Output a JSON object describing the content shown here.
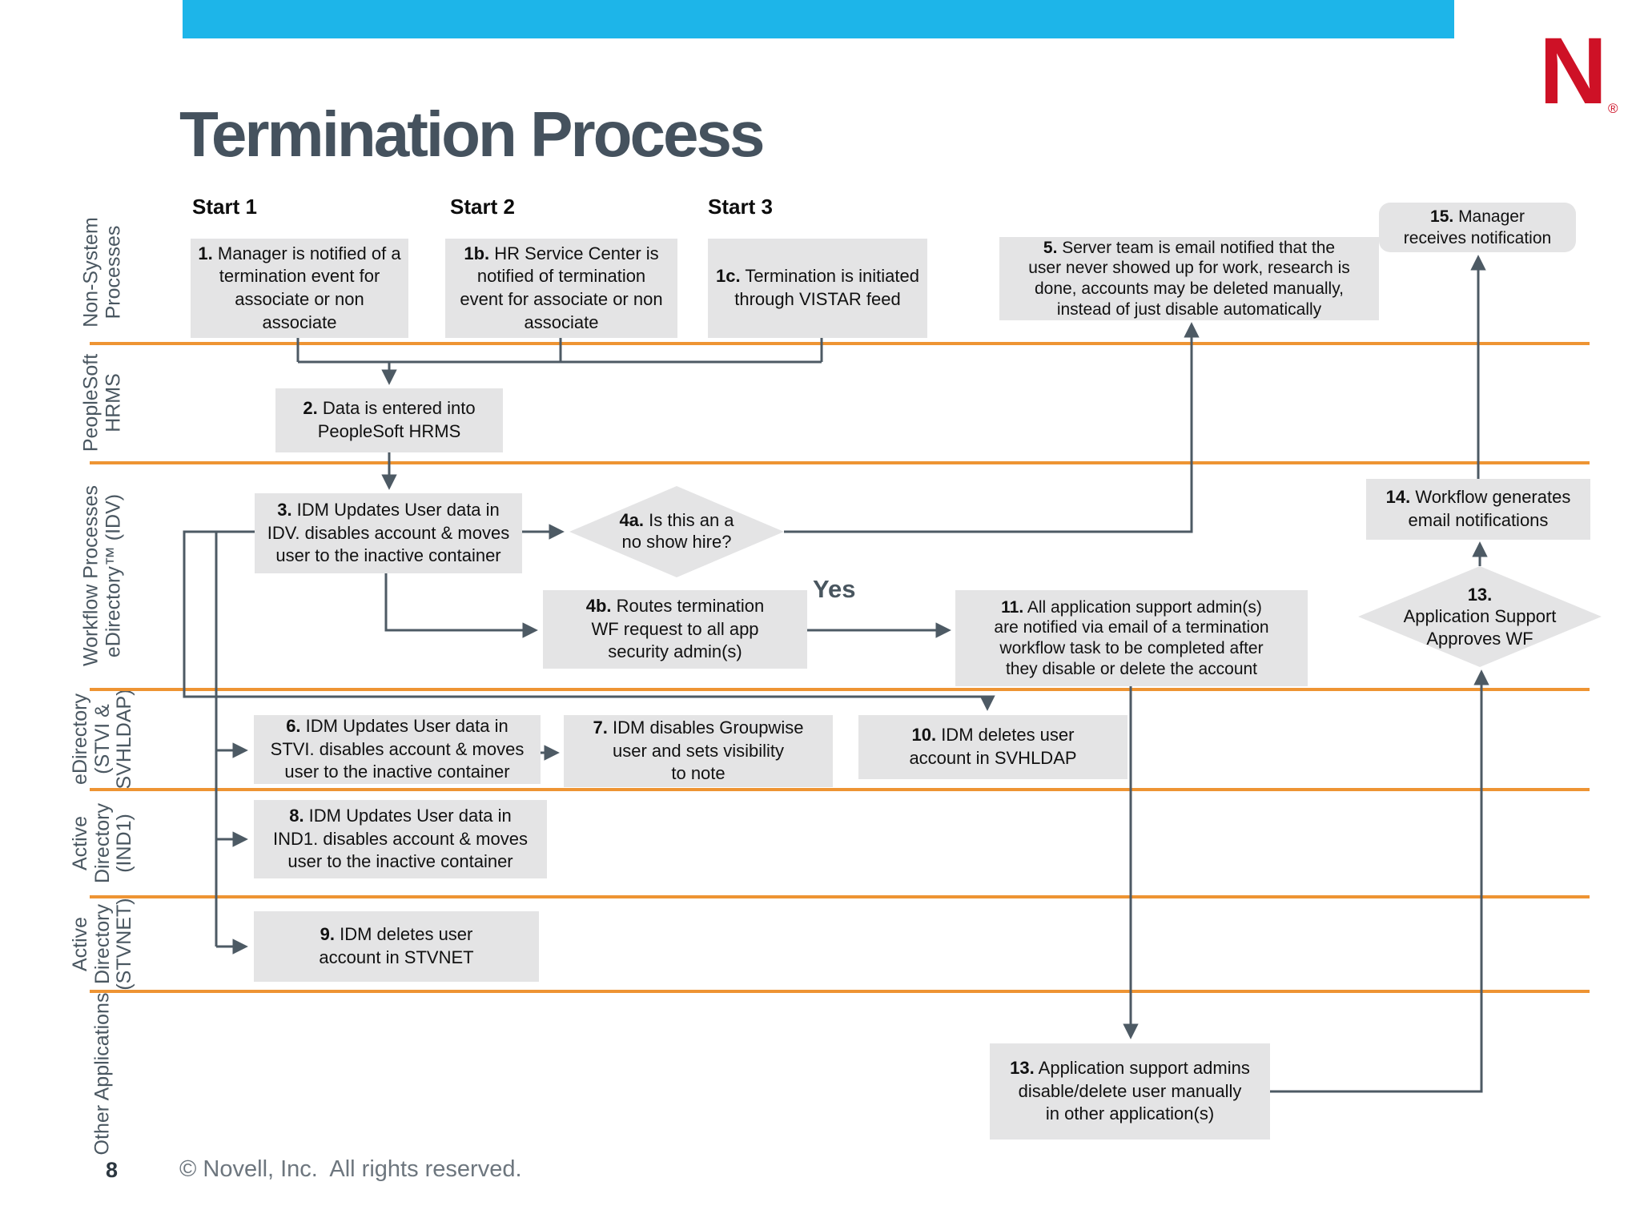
{
  "header": {
    "title": "Termination Process",
    "logo_letter": "N",
    "logo_reg": "®"
  },
  "start_labels": [
    {
      "label": "Start 1"
    },
    {
      "label": "Start 2"
    },
    {
      "label": "Start 3"
    }
  ],
  "lanes": [
    {
      "label": "Non-System\nProcesses"
    },
    {
      "label": "PeopleSoft\nHRMS"
    },
    {
      "label": "Workflow Processes\neDirectory™ (IDV)"
    },
    {
      "label": "eDirectory\n(STVI &\nSVHLDAP)"
    },
    {
      "label": "Active\nDirectory\n(IND1)"
    },
    {
      "label": "Active\nDirectory\n(STVNET)"
    },
    {
      "label": "Other Applications"
    }
  ],
  "nodes": {
    "n1": {
      "num": "1.",
      "text": " Manager is notified of a\ntermination event for\nassociate or non\nassociate"
    },
    "n1b": {
      "num": "1b.",
      "text": " HR Service Center is\nnotified of termination\nevent for associate or non\nassociate"
    },
    "n1c": {
      "num": "1c.",
      "text": " Termination is initiated\nthrough VISTAR feed"
    },
    "n5": {
      "num": "5.",
      "text": " Server team is email notified that the\nuser never showed up for work, research is\ndone, accounts may be deleted manually,\ninstead of just disable automatically"
    },
    "n15": {
      "num": "15.",
      "text": " Manager\nreceives notification"
    },
    "n2": {
      "num": "2.",
      "text": " Data is entered into\nPeopleSoft HRMS"
    },
    "n3": {
      "num": "3.",
      "text": " IDM Updates User data in\nIDV. disables account & moves\nuser to the inactive container"
    },
    "d4a": {
      "num": "4a.",
      "text": " Is this an a\nno show hire?"
    },
    "n4b": {
      "num": "4b.",
      "text": " Routes termination\nWF request to all app\nsecurity admin(s)"
    },
    "n11": {
      "num": "11.",
      "text": " All application support admin(s)\nare notified via email of a termination\nworkflow task to be completed after\nthey disable or delete the account"
    },
    "d13": {
      "num": "13.",
      "text": "\nApplication Support\nApproves WF"
    },
    "n14": {
      "num": "14.",
      "text": " Workflow generates\nemail notifications"
    },
    "n6": {
      "num": "6.",
      "text": " IDM Updates User data in\nSTVI. disables account & moves\nuser to the inactive container"
    },
    "n7": {
      "num": "7.",
      "text": " IDM disables Groupwise\nuser and sets visibility\nto note"
    },
    "n10": {
      "num": "10.",
      "text": " IDM deletes user\naccount in SVHLDAP"
    },
    "n8": {
      "num": "8.",
      "text": " IDM Updates User data in\nIND1. disables account & moves\nuser to the inactive container"
    },
    "n9": {
      "num": "9.",
      "text": " IDM deletes user\naccount in STVNET"
    },
    "n13b": {
      "num": "13.",
      "text": " Application support admins\ndisable/delete user manually\nin other application(s)"
    }
  },
  "edge_labels": {
    "yes": "Yes"
  },
  "footer": {
    "page_number": "8",
    "copyright": "© Novell, Inc.  All rights reserved."
  },
  "colors": {
    "accent_bar": "#1db5e9",
    "lane_divider": "#ee9433",
    "node_fill": "#e4e4e5",
    "connector": "#4d5a64",
    "brand_red": "#ce1126",
    "title_text": "#45525e"
  }
}
